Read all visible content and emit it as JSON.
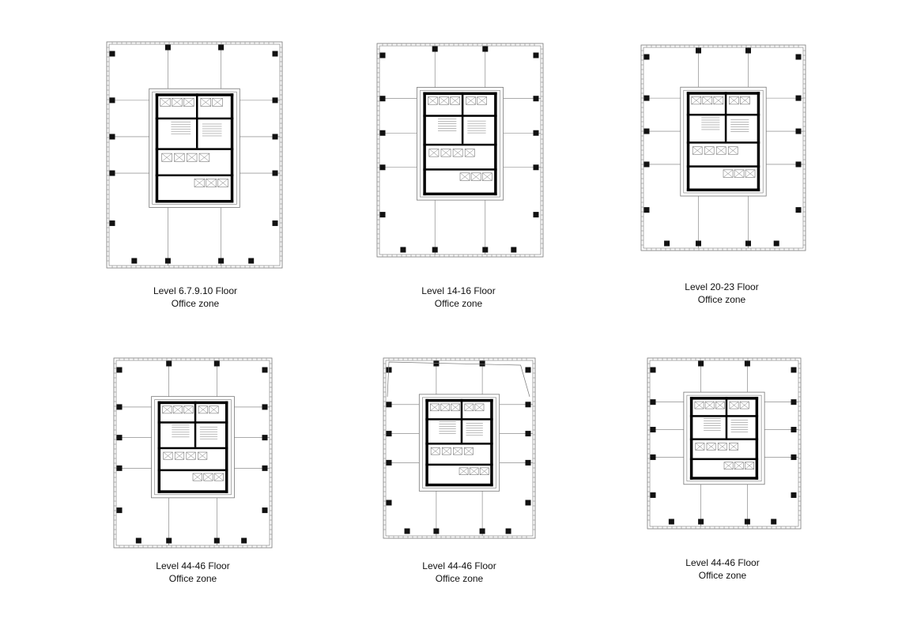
{
  "plans": [
    {
      "level": "Level  6.7.9.10  Floor",
      "zone": "Office  zone"
    },
    {
      "level": "Level  14-16  Floor",
      "zone": "Office  zone"
    },
    {
      "level": "Level  20-23 Floor",
      "zone": "Office  zone"
    },
    {
      "level": "Level  44-46  Floor",
      "zone": "Office  zone"
    },
    {
      "level": "Level  44-46  Floor",
      "zone": "Office  zone"
    },
    {
      "level": "Level  44-46  Floor",
      "zone": "Office  zone"
    }
  ],
  "colors": {
    "ink": "#111111",
    "line": "#777777",
    "wall": "#000000"
  }
}
